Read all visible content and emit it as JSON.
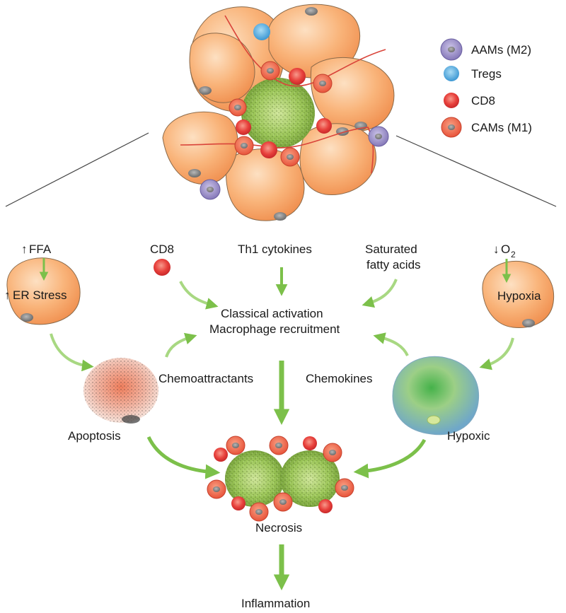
{
  "legend": {
    "items": [
      {
        "key": "aam",
        "label": "AAMs (M2)",
        "color": "#9b8fc4"
      },
      {
        "key": "treg",
        "label": "Tregs",
        "color": "#4fa8dc"
      },
      {
        "key": "cd8",
        "label": "CD8",
        "color": "#e8413c"
      },
      {
        "key": "cam",
        "label": "CAMs (M1)",
        "color": "#ef6a4a"
      }
    ]
  },
  "labels": {
    "ffa_arrow": "↑",
    "ffa": "FFA",
    "er_arrow": "↑",
    "er_stress": "ER Stress",
    "cd8": "CD8",
    "th1": "Th1 cytokines",
    "sat1": "Saturated",
    "sat2": "fatty acids",
    "o2_arrow": "↓",
    "o2": "O",
    "o2_sub": "2",
    "hypoxia": "Hypoxia",
    "classical1": "Classical activation",
    "classical2": "Macrophage recruitment",
    "chemoattractants": "Chemoattractants",
    "chemokines": "Chemokines",
    "apoptosis": "Apoptosis",
    "hypoxic": "Hypoxic",
    "necrosis": "Necrosis",
    "inflammation": "Inflammation"
  },
  "colors": {
    "adipocyte_fill": "#f9b47a",
    "adipocyte_stroke": "#8a6a4a",
    "arrow_green": "#7cc04a",
    "necrotic_green": "#8dbf45",
    "capillary_red": "#d9443a"
  }
}
